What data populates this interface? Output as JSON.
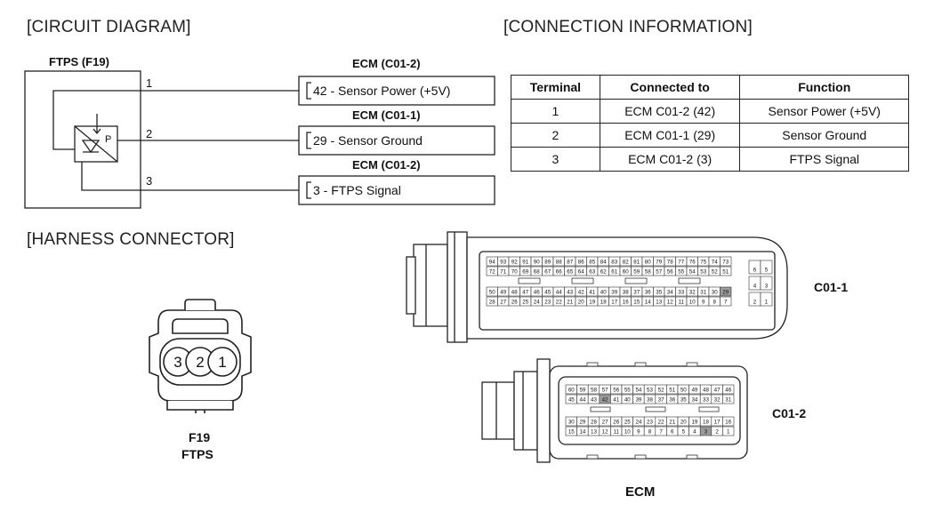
{
  "sections": {
    "circuit_diagram": "[CIRCUIT DIAGRAM]",
    "connection_info": "[CONNECTION INFORMATION]",
    "harness_connector": "[HARNESS CONNECTOR]"
  },
  "circuit": {
    "component_label": "FTPS (F19)",
    "sensor_mark": "P",
    "pins": [
      "1",
      "2",
      "3"
    ],
    "ecm_headers": [
      "ECM (C01-2)",
      "ECM (C01-1)",
      "ECM (C01-2)"
    ],
    "ecm_boxes": [
      "42 - Sensor Power (+5V)",
      "29 - Sensor Ground",
      "3 - FTPS Signal"
    ]
  },
  "table": {
    "headers": [
      "Terminal",
      "Connected to",
      "Function"
    ],
    "rows": [
      [
        "1",
        "ECM C01-2 (42)",
        "Sensor Power (+5V)"
      ],
      [
        "2",
        "ECM C01-1 (29)",
        "Sensor Ground"
      ],
      [
        "3",
        "ECM C01-2 (3)",
        "FTPS Signal"
      ]
    ]
  },
  "harness": {
    "pins": [
      "3",
      "2",
      "1"
    ],
    "connector_id": "F19",
    "connector_name": "FTPS"
  },
  "ecm": {
    "label": "ECM",
    "c01_1": {
      "label": "C01-1",
      "row1": [
        "94",
        "93",
        "92",
        "91",
        "90",
        "89",
        "88",
        "87",
        "86",
        "85",
        "84",
        "83",
        "82",
        "81",
        "80",
        "79",
        "78",
        "77",
        "76",
        "75",
        "74",
        "73"
      ],
      "row2": [
        "72",
        "71",
        "70",
        "69",
        "68",
        "67",
        "66",
        "65",
        "64",
        "63",
        "62",
        "61",
        "60",
        "59",
        "58",
        "57",
        "56",
        "55",
        "54",
        "53",
        "52",
        "51"
      ],
      "row3": [
        "50",
        "49",
        "48",
        "47",
        "46",
        "45",
        "44",
        "43",
        "42",
        "41",
        "40",
        "39",
        "38",
        "37",
        "36",
        "35",
        "34",
        "33",
        "32",
        "31",
        "30",
        "29"
      ],
      "row4": [
        "28",
        "27",
        "26",
        "25",
        "24",
        "23",
        "22",
        "21",
        "20",
        "19",
        "18",
        "17",
        "16",
        "15",
        "14",
        "13",
        "12",
        "11",
        "10",
        "9",
        "8",
        "7"
      ],
      "small": [
        [
          "6",
          "5"
        ],
        [
          "4",
          "3"
        ],
        [
          "2",
          "1"
        ]
      ],
      "highlight": "29"
    },
    "c01_2": {
      "label": "C01-2",
      "row1": [
        "60",
        "59",
        "58",
        "57",
        "56",
        "55",
        "54",
        "53",
        "52",
        "51",
        "50",
        "49",
        "48",
        "47",
        "46"
      ],
      "row2": [
        "45",
        "44",
        "43",
        "42",
        "41",
        "40",
        "39",
        "38",
        "37",
        "36",
        "35",
        "34",
        "33",
        "32",
        "31"
      ],
      "row3": [
        "30",
        "29",
        "28",
        "27",
        "26",
        "25",
        "24",
        "23",
        "22",
        "21",
        "20",
        "19",
        "18",
        "17",
        "16"
      ],
      "row4": [
        "15",
        "14",
        "13",
        "12",
        "11",
        "10",
        "9",
        "8",
        "7",
        "6",
        "5",
        "4",
        "3",
        "2",
        "1"
      ],
      "highlight": [
        "42",
        "3"
      ]
    }
  }
}
